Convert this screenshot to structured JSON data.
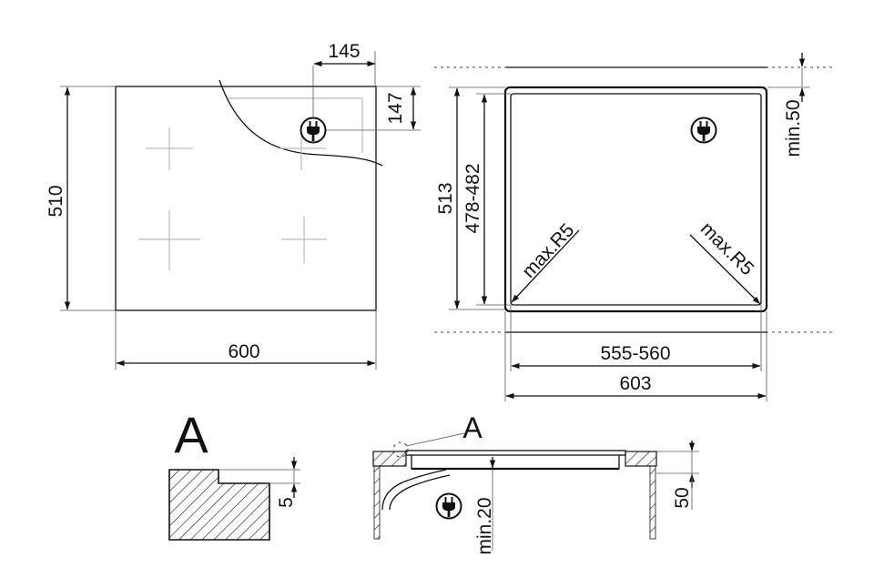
{
  "hob_top_view": {
    "width_label": "600",
    "depth_label": "510",
    "plug_offset_x_label": "145",
    "plug_offset_y_label": "147",
    "plug_icon": "power-plug-icon"
  },
  "cutout_view": {
    "outer_width_label": "603",
    "inner_width_label": "555-560",
    "outer_depth_label": "513",
    "inner_depth_label": "478-482",
    "clearance_label": "min.50",
    "corner_radius_left_label": "max.R5",
    "corner_radius_right_label": "max.R5",
    "plug_icon": "power-plug-icon"
  },
  "detail_a": {
    "title": "A",
    "step_label": "5"
  },
  "section_view": {
    "detail_callout": "A",
    "worktop_label": "50",
    "under_clearance_label": "min.20",
    "plug_icon": "power-plug-icon"
  }
}
